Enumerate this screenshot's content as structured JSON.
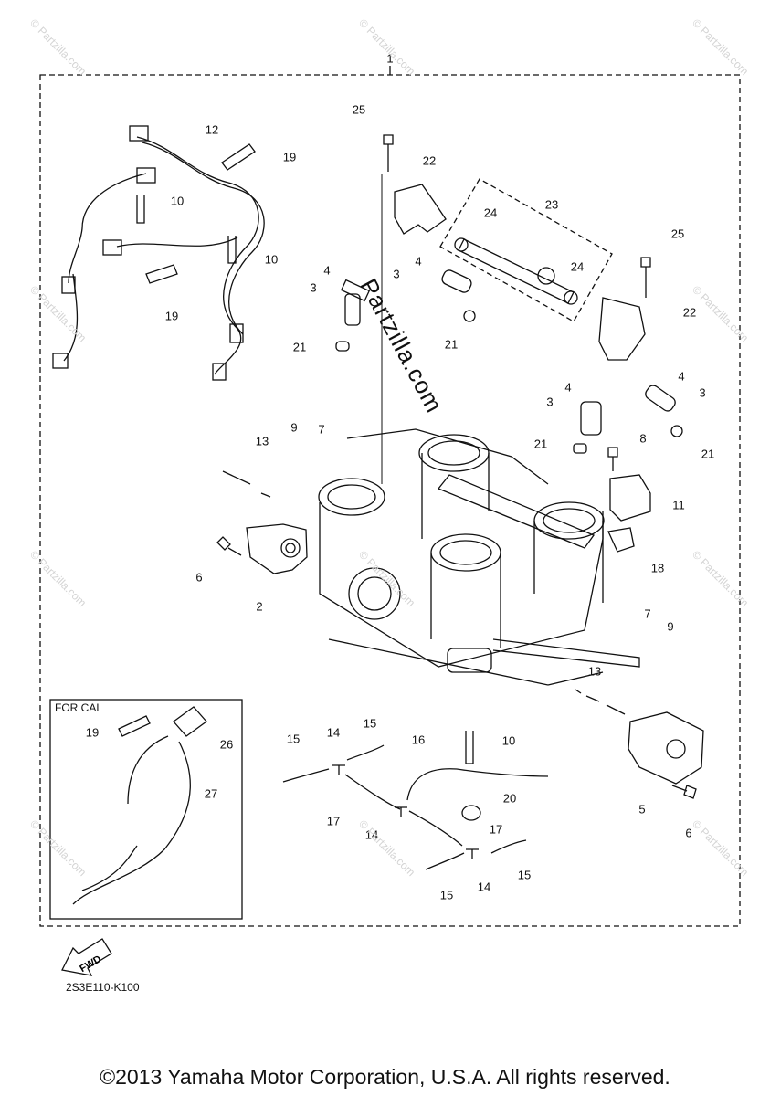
{
  "diagram": {
    "callouts": [
      "1",
      "2",
      "3",
      "4",
      "5",
      "6",
      "7",
      "8",
      "9",
      "10",
      "11",
      "12",
      "13",
      "14",
      "15",
      "16",
      "17",
      "18",
      "19",
      "20",
      "21",
      "22",
      "23",
      "24",
      "25",
      "26",
      "27"
    ],
    "watermark": "Partzilla.com",
    "small_watermark": "© Partzilla.com",
    "inset_label": "FOR CAL",
    "fwd_label": "FWD",
    "drawing_code": "2S3E110-K100",
    "copyright": "©2013 Yamaha Motor Corporation, U.S.A. All rights reserved."
  },
  "colors": {
    "line": "#111111",
    "watermark": "#d4d4d4",
    "background": "#ffffff"
  }
}
